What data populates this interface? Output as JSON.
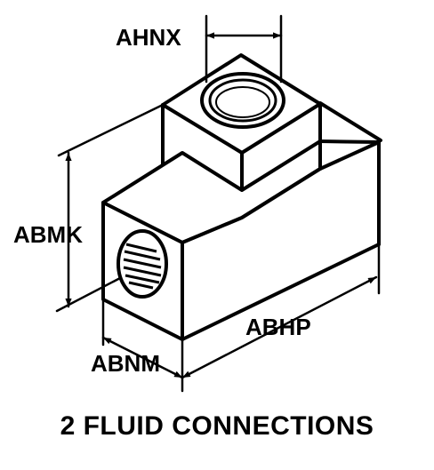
{
  "labels": {
    "ahnx": "AHNX",
    "abmk": "ABMK",
    "abhp": "ABHP",
    "abnm": "ABNM"
  },
  "caption": "2 FLUID CONNECTIONS"
}
